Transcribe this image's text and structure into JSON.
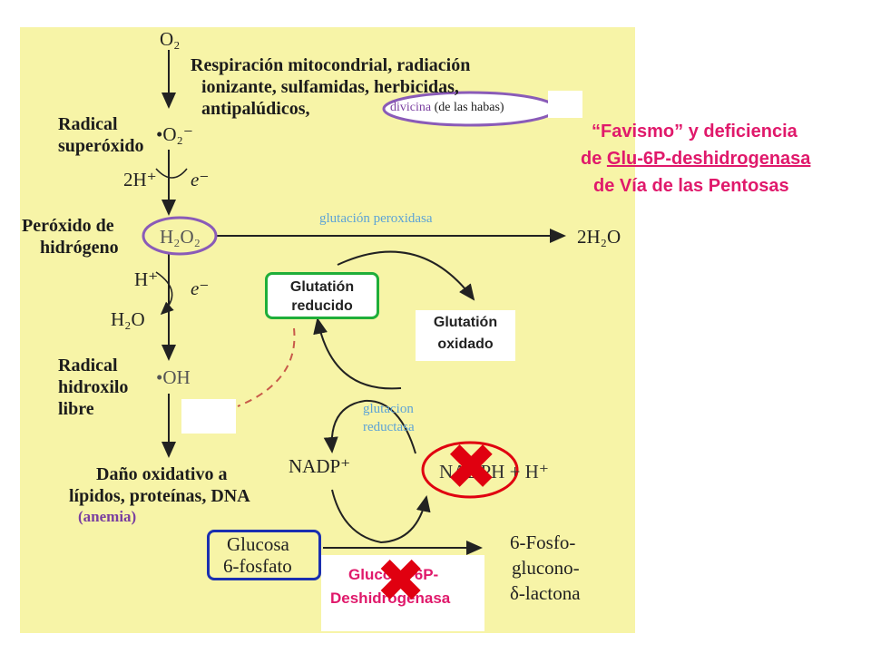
{
  "diagram": {
    "o2": "O₂",
    "sources_line1": "Respiración mitocondrial, radiación",
    "sources_line2": "ionizante, sulfamidas, herbicidas,",
    "sources_line3": "antipalúdicos,",
    "divicina": "divicina",
    "divicina_note": "(de las habas)",
    "superoxide_label_1": "Radical",
    "superoxide_label_2": "superóxido",
    "superoxide_formula": "•O₂⁻",
    "two_h_plus": "2H⁺",
    "e_minus_1": "e⁻",
    "peroxide_label_1": "Peróxido de",
    "peroxide_label_2": "hidrógeno",
    "peroxide_formula": "H₂O₂",
    "two_h2o": "2H₂O",
    "enzyme_peroxidase": "glutación peroxidasa",
    "h_plus": "H⁺",
    "e_minus_2": "e⁻",
    "h2o": "H₂O",
    "hydroxyl_label_1": "Radical",
    "hydroxyl_label_2": "hidroxilo",
    "hydroxyl_label_3": "libre",
    "hydroxyl_formula": "•OH",
    "damage_line1": "Daño oxidativo a",
    "damage_line2": "lípidos, proteínas, DNA",
    "anemia": "(anemia)",
    "glut_reduced_1": "Glutatión",
    "glut_reduced_2": "reducido",
    "glut_oxidized_1": "Glutatión",
    "glut_oxidized_2": "oxidado",
    "enzyme_reductase_1": "glutacion",
    "enzyme_reductase_2": "reductasa",
    "nadp": "NADP⁺",
    "nadph": "NADPH + H⁺",
    "glucose_1": "Glucosa",
    "glucose_2": "6-fosfato",
    "lactone_1": "6-Fosfo-",
    "lactone_2": "glucono-",
    "lactone_3": "δ-lactona",
    "g6pd_1": "Glucosa-6P-",
    "g6pd_2": "Deshidrogenasa"
  },
  "title": {
    "line1": "“Favismo” y deficiencia",
    "line2_prefix": "de ",
    "line2_underlined": "Glu-6P-deshidrogenasa",
    "line3": "de Vía de las Pentosas"
  },
  "marks": {
    "x_symbol": "✖",
    "nadph_mark": "cross-mark-icon",
    "g6pd_mark": "cross-mark-icon"
  },
  "colors": {
    "panel": "#f7f4a7",
    "title_pink": "#e0196b",
    "highlight_purple": "#8a5bb8",
    "highlight_green": "#1fae3a",
    "highlight_red": "#e00010",
    "highlight_blue": "#1a2fb0",
    "enzyme_blue": "#5da3d6",
    "divicina_purple": "#7a3fa0",
    "anemia_purple": "#7a3fa0"
  }
}
